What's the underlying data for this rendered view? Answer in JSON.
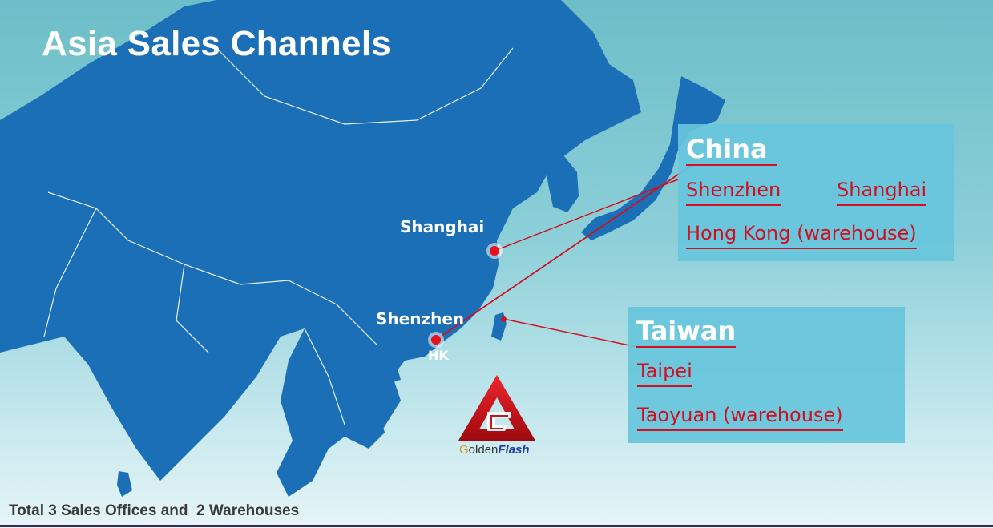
{
  "title": "Asia Sales Channels",
  "map_labels": {
    "shanghai": "Shanghai",
    "shenzhen": "Shenzhen",
    "hk": "HK"
  },
  "china_box": {
    "title": "China",
    "offices": [
      "Shenzhen",
      "Shanghai"
    ],
    "warehouse": "Hong Kong (warehouse)"
  },
  "taiwan_box": {
    "title": "Taiwan",
    "office": "Taipei",
    "warehouse": "Taoyuan (warehouse)"
  },
  "logo": {
    "word_1_initial": "G",
    "word_1_rest": "olden",
    "word_2": "Flash"
  },
  "footer": "Total 3 Sales Offices and  2 Warehouses",
  "colors": {
    "land": "#1b6fb6",
    "ocean": "#8ccfd8",
    "accent_red": "#d01020",
    "box": "#67c6dc"
  }
}
